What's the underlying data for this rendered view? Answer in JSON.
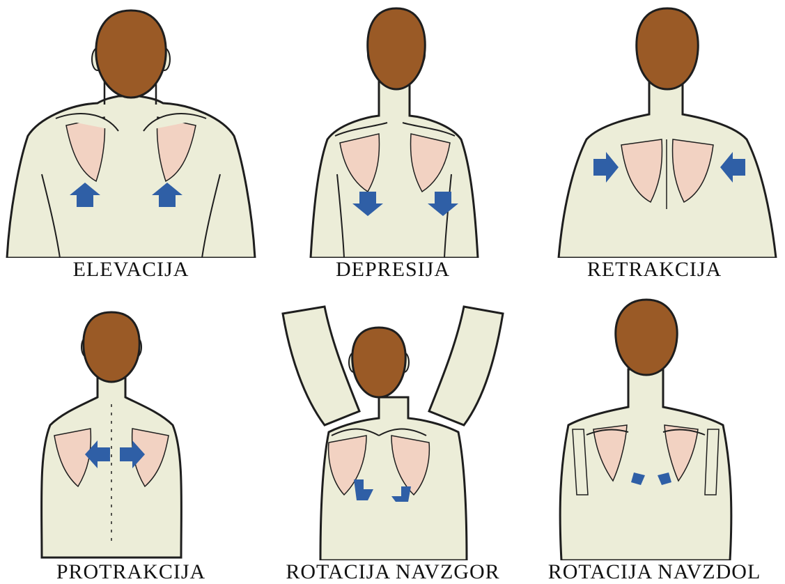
{
  "colors": {
    "skin": "#ecedd8",
    "outline": "#1e1e1e",
    "hair": "#9a5a26",
    "scapula": "#f2d2c2",
    "arrow": "#2f5fa6"
  },
  "panels": [
    {
      "label": "ELEVACIJA",
      "motion": "up"
    },
    {
      "label": "DEPRESIJA",
      "motion": "down"
    },
    {
      "label": "RETRAKCIJA",
      "motion": "inward"
    },
    {
      "label": "PROTRAKCIJA",
      "motion": "outward"
    },
    {
      "label": "ROTACIJA NAVZGOR",
      "motion": "upward-rotation"
    },
    {
      "label": "ROTACIJA NAVZDOL",
      "motion": "downward-rotation"
    }
  ]
}
